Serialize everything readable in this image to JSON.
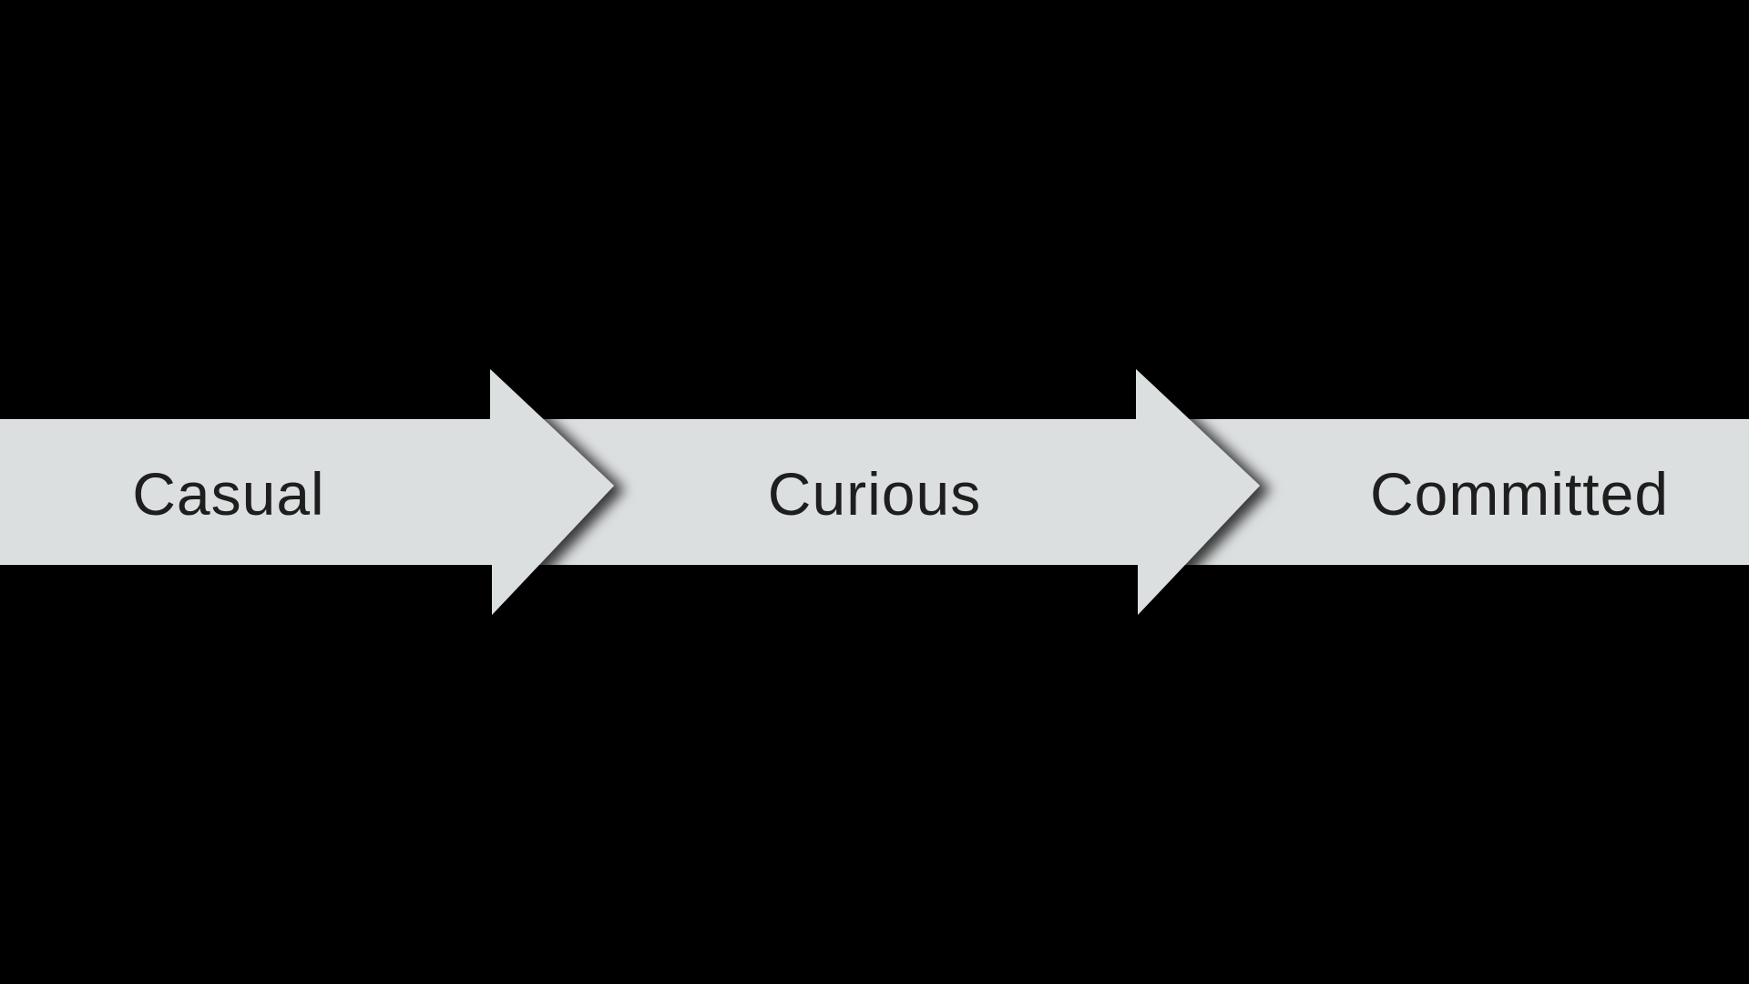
{
  "colors": {
    "background": "#000000",
    "arrow": "#dcdfe0",
    "text": "#1e1e1e"
  },
  "stages": [
    {
      "label": "Casual"
    },
    {
      "label": "Curious"
    },
    {
      "label": "Committed"
    }
  ]
}
